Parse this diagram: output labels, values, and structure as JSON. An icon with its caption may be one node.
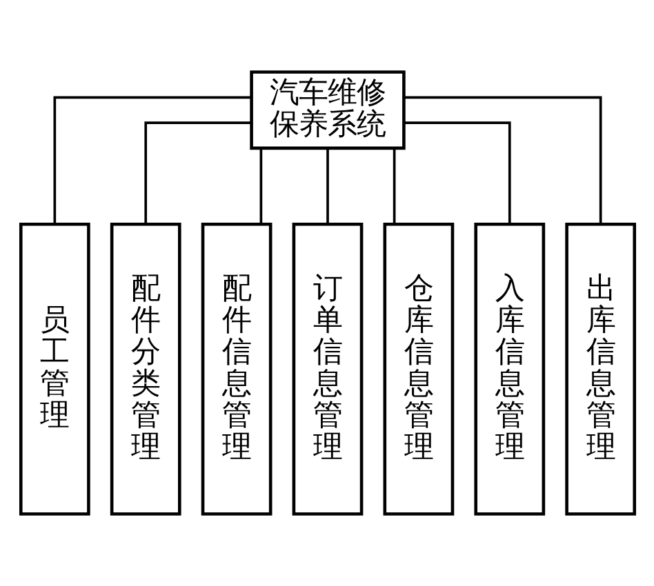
{
  "diagram": {
    "nodes": [
      {
        "text": [
          "汽车维修保养系统"
        ]
      },
      {
        "text": [
          "员工管理"
        ]
      },
      {
        "text": [
          "配件分类管理"
        ]
      },
      {
        "text": [
          "配件信息管理"
        ]
      },
      {
        "text": [
          "订单信息管理"
        ]
      },
      {
        "text": [
          "仓库信息管理"
        ]
      },
      {
        "text": [
          "入库信息管理"
        ]
      },
      {
        "text": [
          "出库信息管理"
        ]
      }
    ],
    "edges": [
      {
        "from": 0,
        "to": 1,
        "arrow": "none"
      },
      {
        "from": 0,
        "to": 2,
        "arrow": "none"
      },
      {
        "from": 0,
        "to": 3,
        "arrow": "none"
      },
      {
        "from": 0,
        "to": 4,
        "arrow": "none"
      },
      {
        "from": 0,
        "to": 5,
        "arrow": "none"
      },
      {
        "from": 0,
        "to": 6,
        "arrow": "none"
      },
      {
        "from": 0,
        "to": 7,
        "arrow": "none"
      }
    ]
  }
}
